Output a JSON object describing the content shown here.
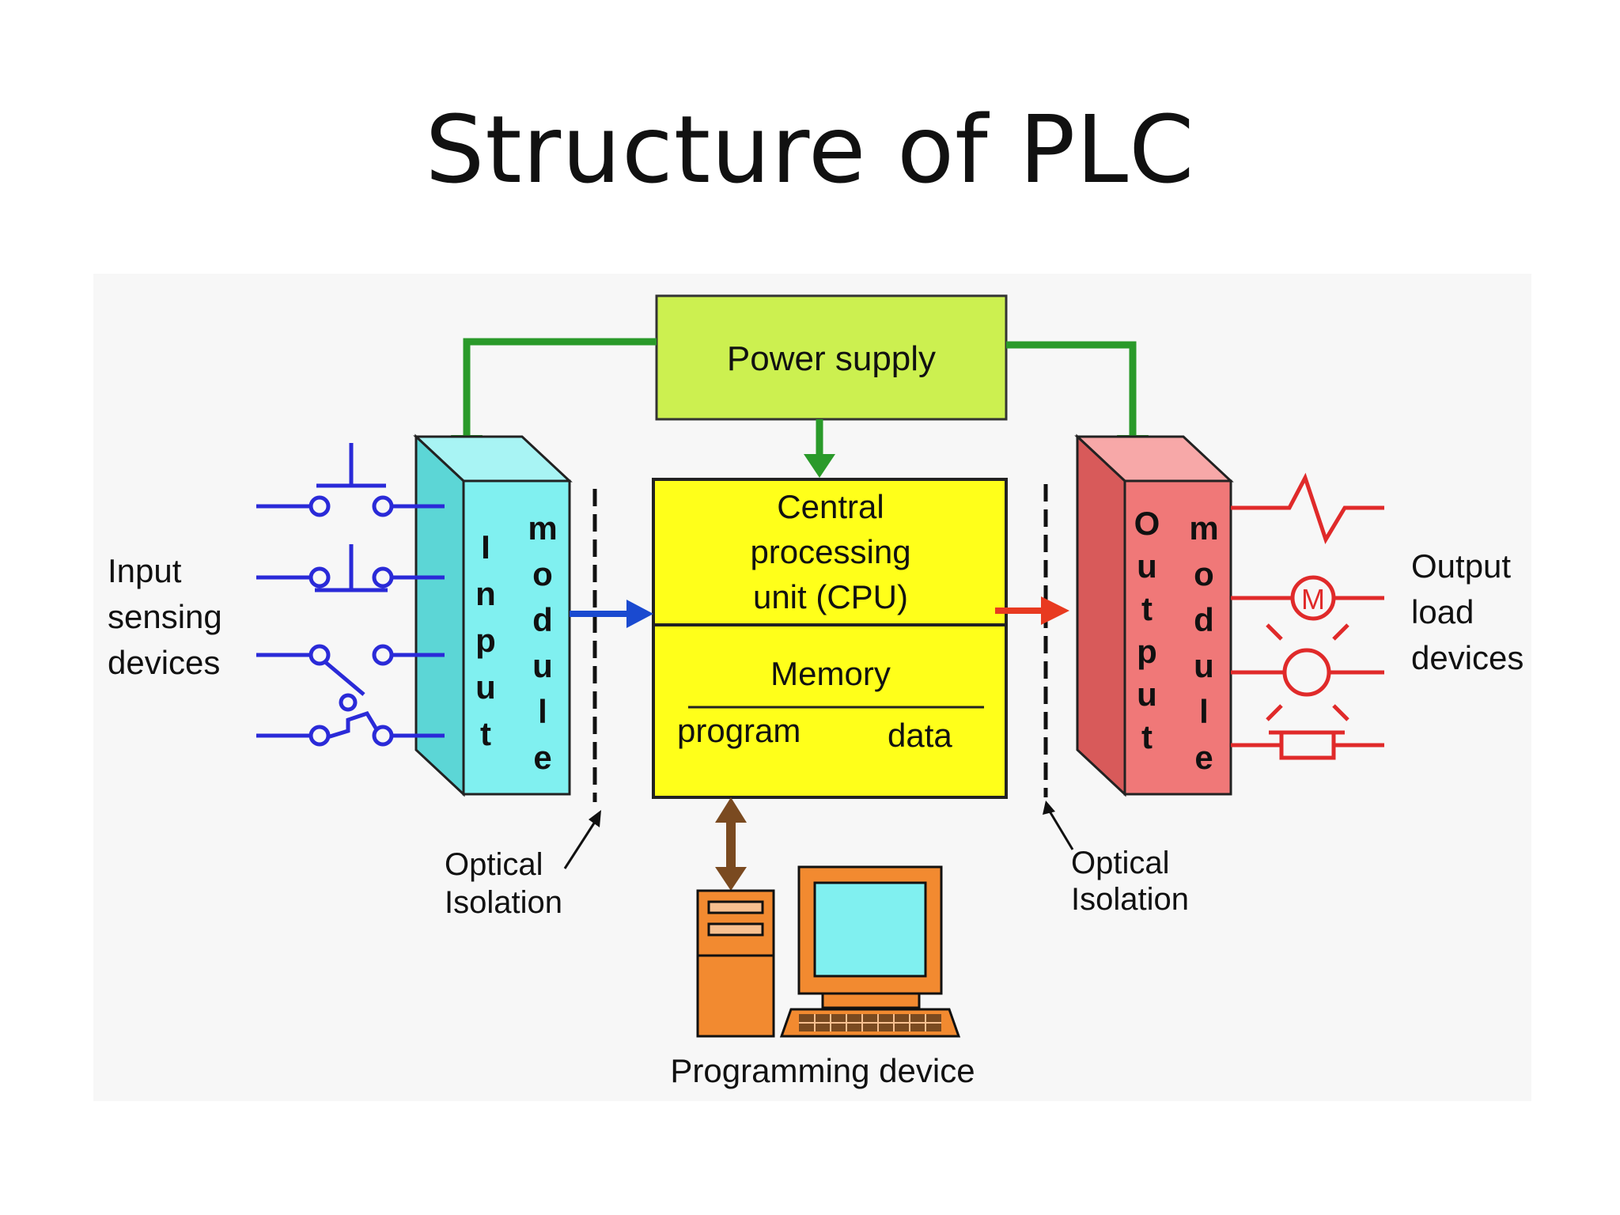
{
  "slide": {
    "title": "Structure of PLC"
  },
  "diagram": {
    "power_supply": "Power supply",
    "cpu": [
      "Central",
      "processing",
      "unit (CPU)"
    ],
    "memory": {
      "title": "Memory",
      "program": "program",
      "data": "data"
    },
    "input_module": {
      "word1": "Input",
      "word2": "module"
    },
    "output_module": {
      "word1": "Output",
      "word2": "module"
    },
    "input_devices": [
      "Input",
      "sensing",
      "devices"
    ],
    "output_devices": [
      "Output",
      "load",
      "devices"
    ],
    "optical_left": [
      "Optical",
      "Isolation"
    ],
    "optical_right": [
      "Optical",
      "Isolation"
    ],
    "programming_device": "Programming device",
    "motor_letter": "M",
    "colors": {
      "power": "#ccf050",
      "cpu": "#ffff1a",
      "input": "#80f0f0",
      "output": "#f07878",
      "wire_power": "#2a9a2a",
      "wire_input": "#1a1acc",
      "wire_output": "#e02a2a",
      "device": "#f28a30"
    }
  }
}
